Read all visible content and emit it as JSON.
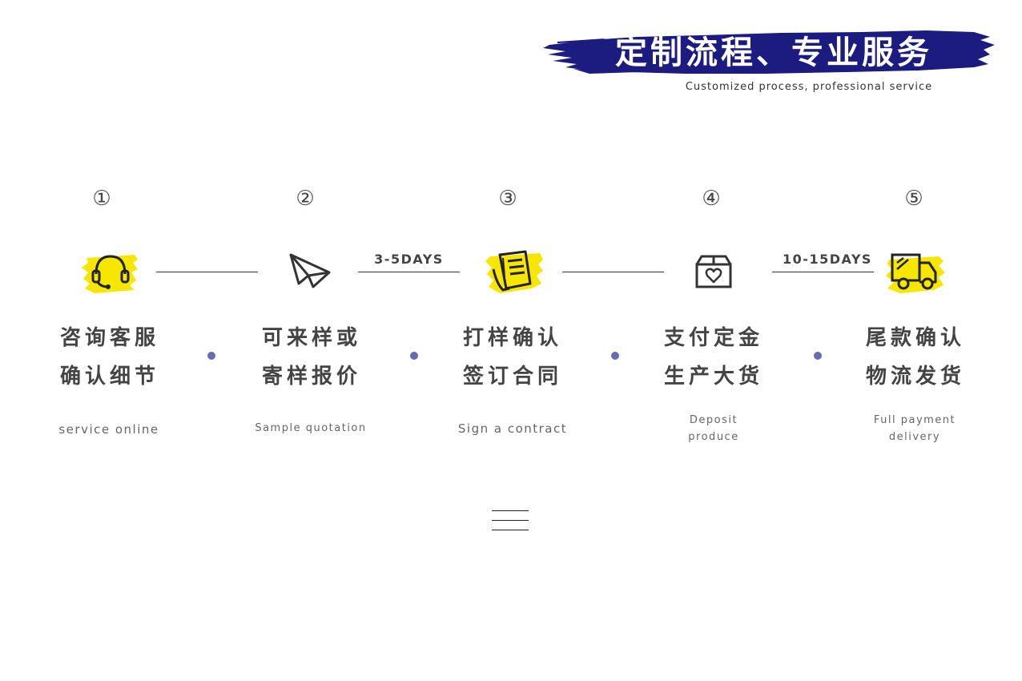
{
  "header": {
    "title": "定制流程、专业服务",
    "subtitle": "Customized process, professional service",
    "brush_color": "#1b1b80"
  },
  "steps": [
    {
      "number": "①",
      "title_line1": "咨询客服",
      "title_line2": "确认细节",
      "en_line1": "service online",
      "en_line2": "",
      "icon": "headset-icon",
      "highlight": true
    },
    {
      "number": "②",
      "title_line1": "可来样或",
      "title_line2": "寄样报价",
      "en_line1": "Sample quotation",
      "en_line2": "",
      "icon": "paper-plane-icon",
      "highlight": false
    },
    {
      "number": "③",
      "title_line1": "打样确认",
      "title_line2": "签订合同",
      "en_line1": "Sign a contract",
      "en_line2": "",
      "icon": "contract-icon",
      "highlight": true
    },
    {
      "number": "④",
      "title_line1": "支付定金",
      "title_line2": "生产大货",
      "en_line1": "Deposit",
      "en_line2": "produce",
      "icon": "box-heart-icon",
      "highlight": false
    },
    {
      "number": "⑤",
      "title_line1": "尾款确认",
      "title_line2": "物流发货",
      "en_line1": "Full payment",
      "en_line2": "delivery",
      "icon": "delivery-truck-icon",
      "highlight": true
    }
  ],
  "durations": {
    "sample": "3-5DAYS",
    "production": "10-15DAYS"
  },
  "colors": {
    "highlight": "#f7e600",
    "dot": "#6a6aaf",
    "text": "#444444"
  },
  "menu": {
    "icon": "menu-icon"
  }
}
